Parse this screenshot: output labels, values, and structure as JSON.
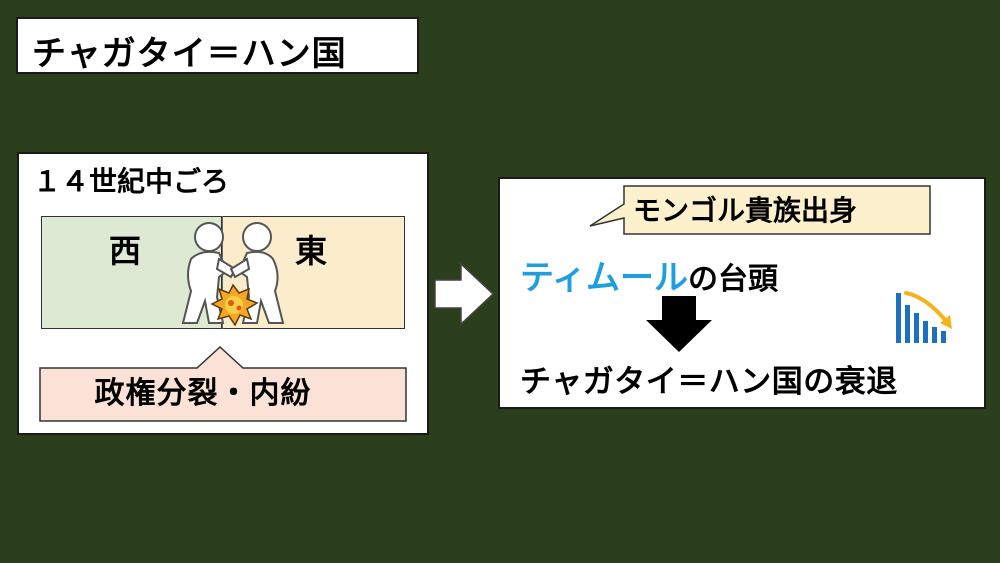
{
  "title": "チャガタイ＝ハン国",
  "left_panel": {
    "heading": "１４世紀中ごろ",
    "west_label": "西",
    "east_label": "東",
    "split_label": "政権分裂・内紛"
  },
  "right_panel": {
    "bubble_label": "モンゴル貴族出身",
    "timur_name": "ティムール",
    "timur_suffix": "の台頭",
    "result": "チャガタイ＝ハン国の衰退"
  },
  "colors": {
    "background": "#2b3f1d",
    "west_zone": "#dde9d3",
    "east_zone": "#fbeccb",
    "callout_fill": "#fae2d6",
    "bubble_fill": "#fdf0cc",
    "timur_accent": "#1f9fe0",
    "decline_bars": "#1f6fc0",
    "decline_arrow": "#f2b51b"
  },
  "icons": [
    "right-arrow-icon",
    "down-arrow-icon",
    "fighters-illustration",
    "explosion-icon",
    "decline-chart-icon"
  ]
}
